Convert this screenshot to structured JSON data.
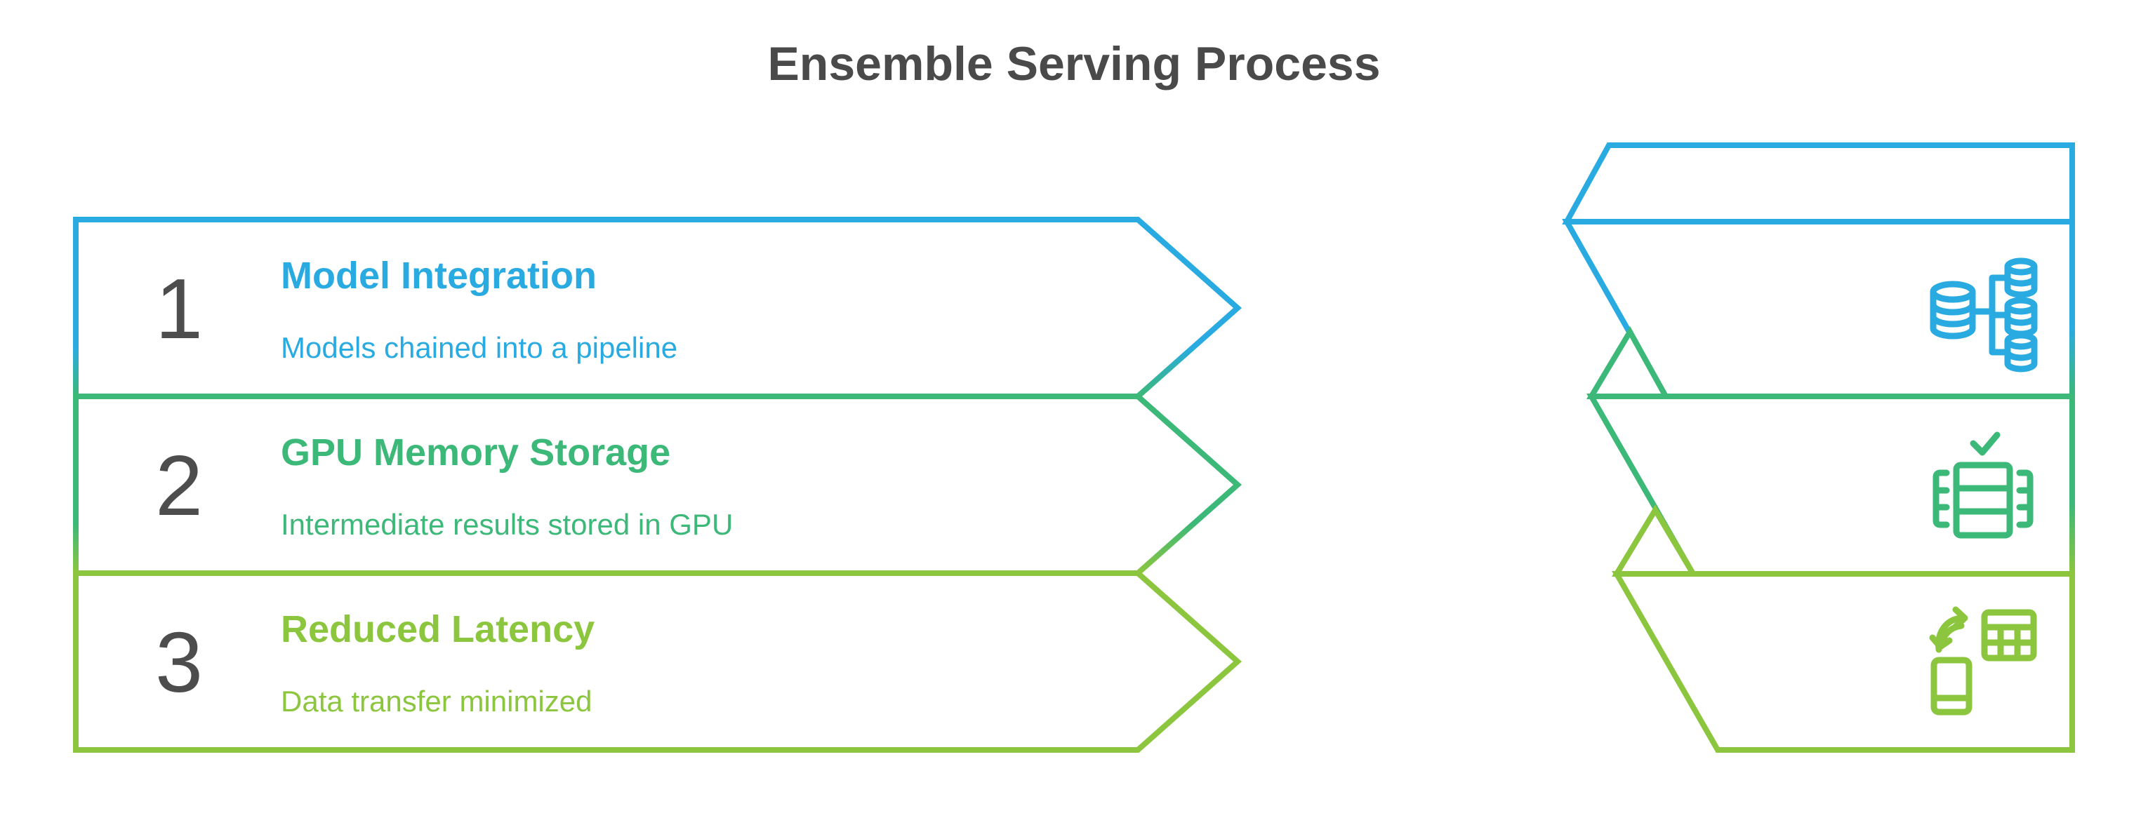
{
  "title": "Ensemble Serving Process",
  "colors": {
    "blue": "#29abe2",
    "green": "#3cb878",
    "olive": "#8cc63f",
    "heading": "#4a4a4a",
    "number": "#4d4d4d"
  },
  "steps": [
    {
      "number": "1",
      "title": "Model Integration",
      "subtitle": "Models chained into a pipeline",
      "color": "#29abe2",
      "icon": "database-distribution-icon"
    },
    {
      "number": "2",
      "title": "GPU Memory Storage",
      "subtitle": "Intermediate results stored in GPU",
      "color": "#3cb878",
      "icon": "memory-module-check-icon"
    },
    {
      "number": "3",
      "title": "Reduced Latency",
      "subtitle": "Data transfer minimized",
      "color": "#8cc63f",
      "icon": "device-table-sync-icon"
    }
  ]
}
